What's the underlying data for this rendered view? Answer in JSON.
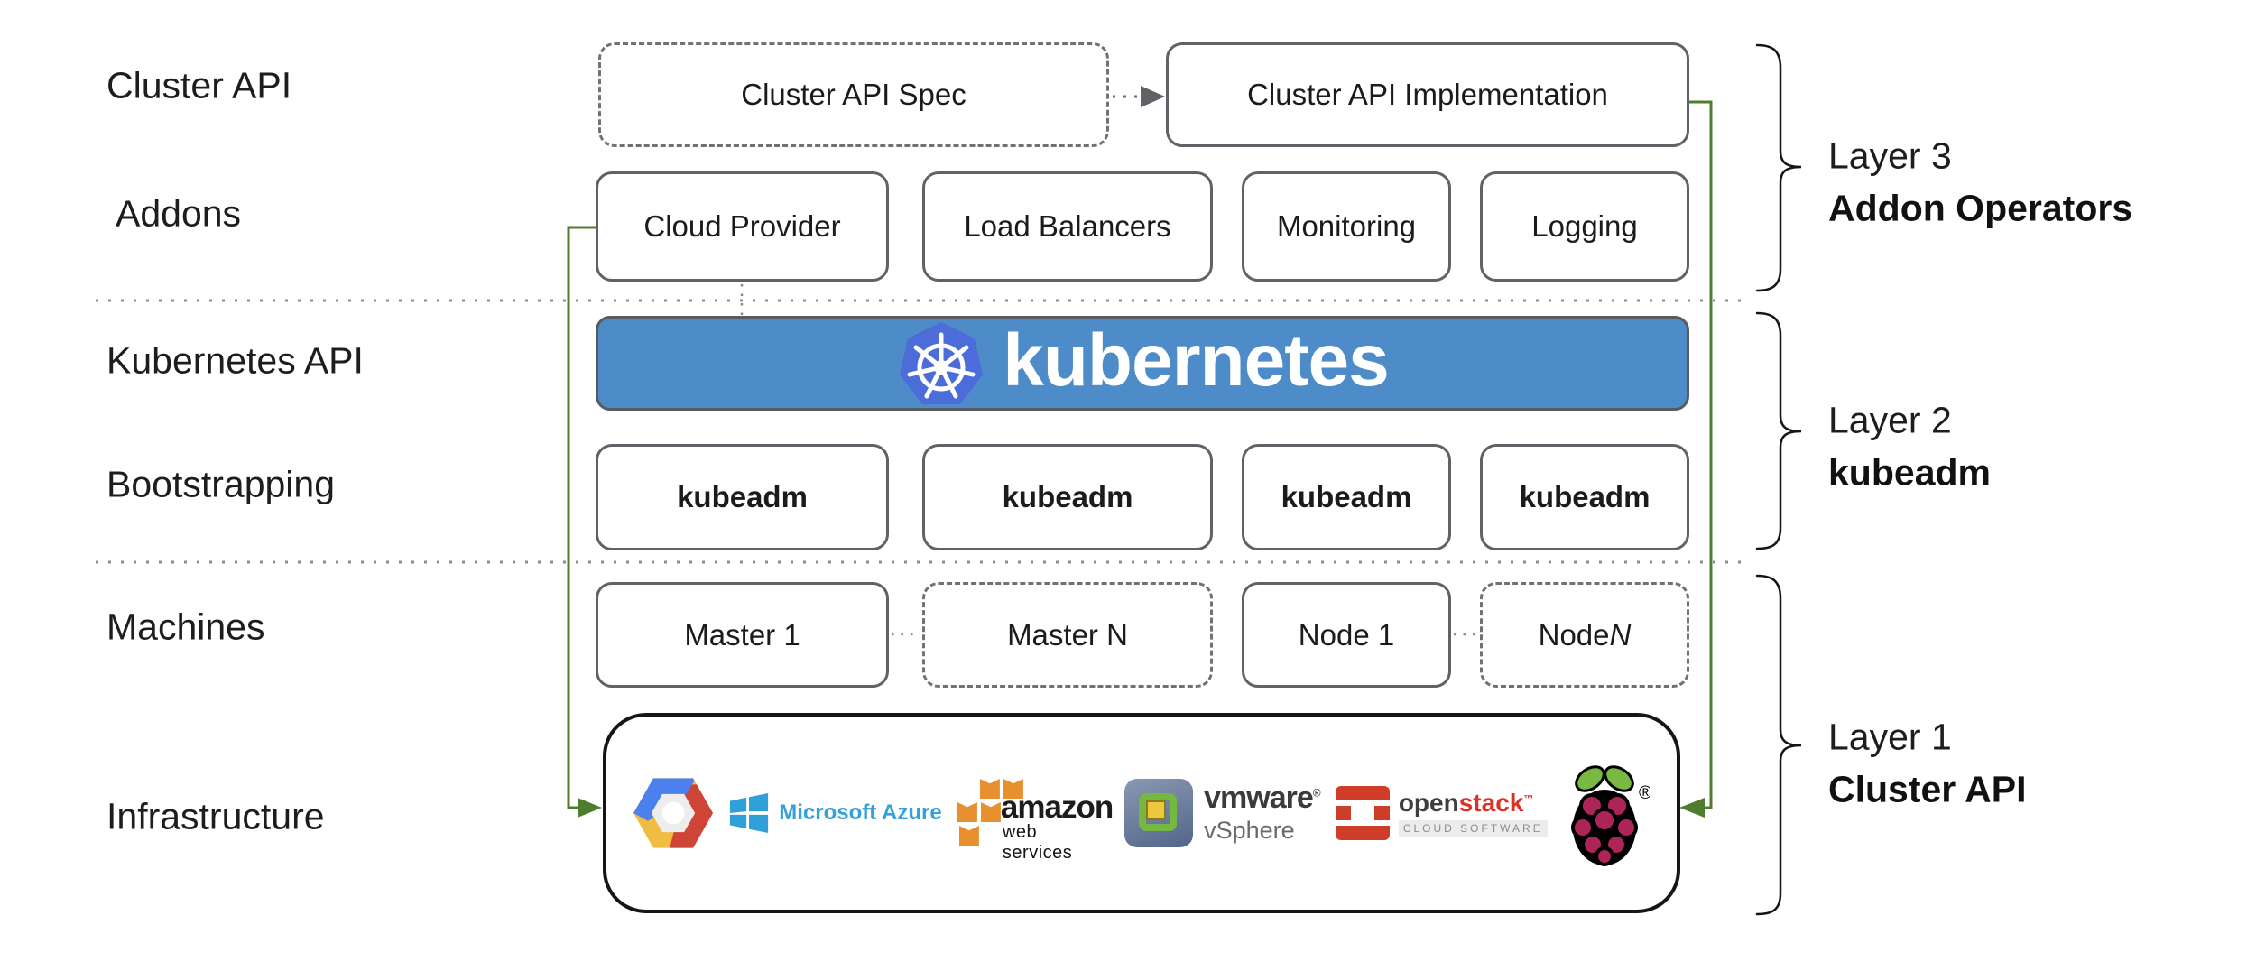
{
  "palette": {
    "banner_blue": "#4e8bc9",
    "k8s_logo_blue": "#4b6cd9",
    "connector_green": "#4f7d2e",
    "box_border_gray": "#5f6368",
    "azure_blue": "#35a1db",
    "aws_orange": "#e8902f",
    "openstack_red": "#dd3026",
    "vmware_green": "#76b73f",
    "raspberry_crimson": "#ad2457"
  },
  "row_labels": {
    "cluster_api": "Cluster API",
    "addons": "Addons",
    "kubernetes_api": "Kubernetes API",
    "bootstrapping": "Bootstrapping",
    "machines": "Machines",
    "infrastructure": "Infrastructure"
  },
  "cluster_api_row": {
    "spec_label": "Cluster API Spec",
    "implementation_label": "Cluster API Implementation"
  },
  "addons_row": {
    "items": [
      {
        "label": "Cloud Provider"
      },
      {
        "label": "Load Balancers"
      },
      {
        "label": "Monitoring"
      },
      {
        "label": "Logging"
      }
    ]
  },
  "kubernetes_row": {
    "wordmark": "kubernetes"
  },
  "bootstrapping_row": {
    "items": [
      {
        "label": "kubeadm"
      },
      {
        "label": "kubeadm"
      },
      {
        "label": "kubeadm"
      },
      {
        "label": "kubeadm"
      }
    ]
  },
  "machines_row": {
    "items": [
      {
        "label": "Master 1"
      },
      {
        "label": "Master N"
      },
      {
        "label": "Node 1"
      },
      {
        "label": "Node ",
        "suffix_italic": "N"
      }
    ]
  },
  "infrastructure_row": {
    "providers": [
      {
        "name": "Google Cloud Platform"
      },
      {
        "name": "Microsoft Azure",
        "text": "Microsoft Azure"
      },
      {
        "name": "Amazon Web Services",
        "line1": "amazon",
        "line2": "web services"
      },
      {
        "name": "VMware vSphere",
        "line1": "vmware",
        "reg": "®",
        "line2": "vSphere"
      },
      {
        "name": "OpenStack",
        "part1": "open",
        "part2": "stack",
        "tm": "™",
        "sub": "CLOUD SOFTWARE"
      },
      {
        "name": "Raspberry Pi",
        "reg": "®"
      }
    ]
  },
  "layers": [
    {
      "title": "Layer 3",
      "subtitle": "Addon Operators"
    },
    {
      "title": "Layer 2",
      "subtitle": "kubeadm"
    },
    {
      "title": "Layer 1",
      "subtitle": "Cluster API"
    }
  ]
}
